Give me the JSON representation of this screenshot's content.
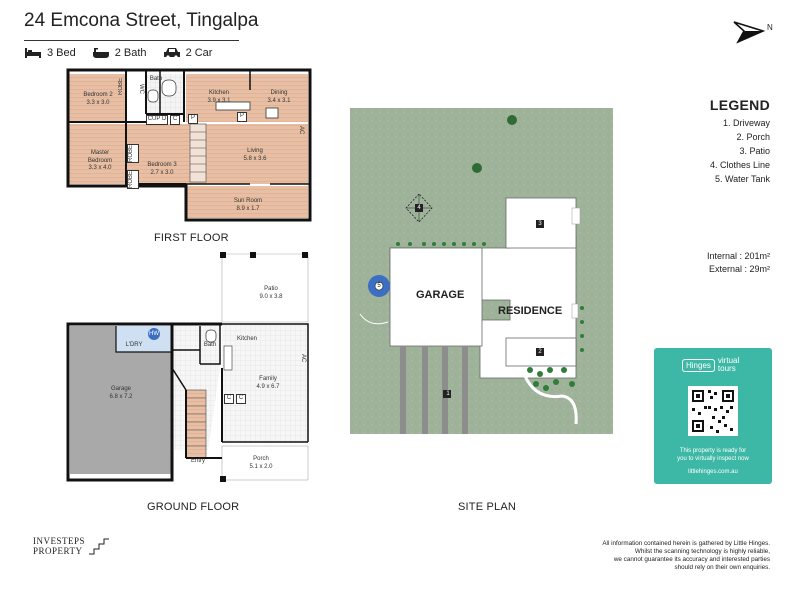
{
  "header": {
    "address": "24 Emcona Street, Tingalpa",
    "features": [
      {
        "icon": "bed-icon",
        "label": "3 Bed"
      },
      {
        "icon": "bath-icon",
        "label": "2 Bath"
      },
      {
        "icon": "car-icon",
        "label": "2 Car"
      }
    ]
  },
  "compass": {
    "label": "N"
  },
  "first_floor": {
    "label": "FIRST FLOOR",
    "rooms": [
      {
        "key": "bedroom2",
        "name": "Bedroom 2",
        "size": "3.3 x 3.0"
      },
      {
        "key": "robe1",
        "name": "ROBE",
        "size": ""
      },
      {
        "key": "wc",
        "name": "WC",
        "size": ""
      },
      {
        "key": "bath",
        "name": "Bath",
        "size": ""
      },
      {
        "key": "kitchen",
        "name": "Kitchen",
        "size": "3.9 x 3.1"
      },
      {
        "key": "dining",
        "name": "Dining",
        "size": "3.4 x 3.1"
      },
      {
        "key": "cupd",
        "name": "CUP D",
        "size": ""
      },
      {
        "key": "c1",
        "name": "C",
        "size": ""
      },
      {
        "key": "p1",
        "name": "P",
        "size": ""
      },
      {
        "key": "p2",
        "name": "P",
        "size": ""
      },
      {
        "key": "master",
        "name": "Master Bedroom",
        "size": "3.3 x 4.0"
      },
      {
        "key": "robe2",
        "name": "ROBE",
        "size": ""
      },
      {
        "key": "robe3",
        "name": "ROBE",
        "size": ""
      },
      {
        "key": "bedroom3",
        "name": "Bedroom 3",
        "size": "2.7 x 3.0"
      },
      {
        "key": "living",
        "name": "Living",
        "size": "5.8 x 3.6"
      },
      {
        "key": "ac1",
        "name": "AC",
        "size": ""
      },
      {
        "key": "sunroom",
        "name": "Sun Room",
        "size": "8.9 x 1.7"
      }
    ]
  },
  "ground_floor": {
    "label": "GROUND FLOOR",
    "rooms": [
      {
        "key": "patio",
        "name": "Patio",
        "size": "9.0 x 3.8"
      },
      {
        "key": "ldry",
        "name": "L'DRY",
        "size": ""
      },
      {
        "key": "hw",
        "name": "HW",
        "size": ""
      },
      {
        "key": "bath",
        "name": "Bath",
        "size": ""
      },
      {
        "key": "kitchen",
        "name": "Kitchen",
        "size": ""
      },
      {
        "key": "garage",
        "name": "Garage",
        "size": "6.8 x 7.2"
      },
      {
        "key": "family",
        "name": "Family",
        "size": "4.9 x 6.7"
      },
      {
        "key": "ac2",
        "name": "AC",
        "size": ""
      },
      {
        "key": "c2",
        "name": "C",
        "size": ""
      },
      {
        "key": "c3",
        "name": "C",
        "size": ""
      },
      {
        "key": "entry",
        "name": "Entry",
        "size": ""
      },
      {
        "key": "porch",
        "name": "Porch",
        "size": "5.1 x 2.0"
      }
    ]
  },
  "site_plan": {
    "label": "SITE PLAN",
    "garage_label": "GARAGE",
    "residence_label": "RESIDENCE",
    "markers": [
      "1",
      "2",
      "3",
      "4",
      "5"
    ]
  },
  "legend": {
    "title": "LEGEND",
    "items": [
      "1. Driveway",
      "2. Porch",
      "3. Patio",
      "4. Clothes Line",
      "5. Water Tank"
    ]
  },
  "areas": {
    "internal_label": "Internal",
    "internal_value": "201m²",
    "external_label": "External",
    "external_value": "29m²"
  },
  "virtual_tour": {
    "brand": "Hinges",
    "tag": "virtual tours",
    "line1": "This property is ready for",
    "line2": "you to virtually inspect now",
    "url": "littlehinges.com.au"
  },
  "agency": {
    "line1": "INVESTEPS",
    "line2": "PROPERTY"
  },
  "disclaimer": [
    "All information contained herein is gathered by Little Hinges.",
    "Whilst the scanning technology is highly reliable,",
    "we cannot guarantee its accuracy and interested parties",
    "should rely on their own enquiries."
  ],
  "colors": {
    "wood": "#e8bfa4",
    "grass": "#9fb39a",
    "garage_floor": "#a9a9a9",
    "teal": "#3db8a6",
    "tank": "#3c6ec2"
  }
}
